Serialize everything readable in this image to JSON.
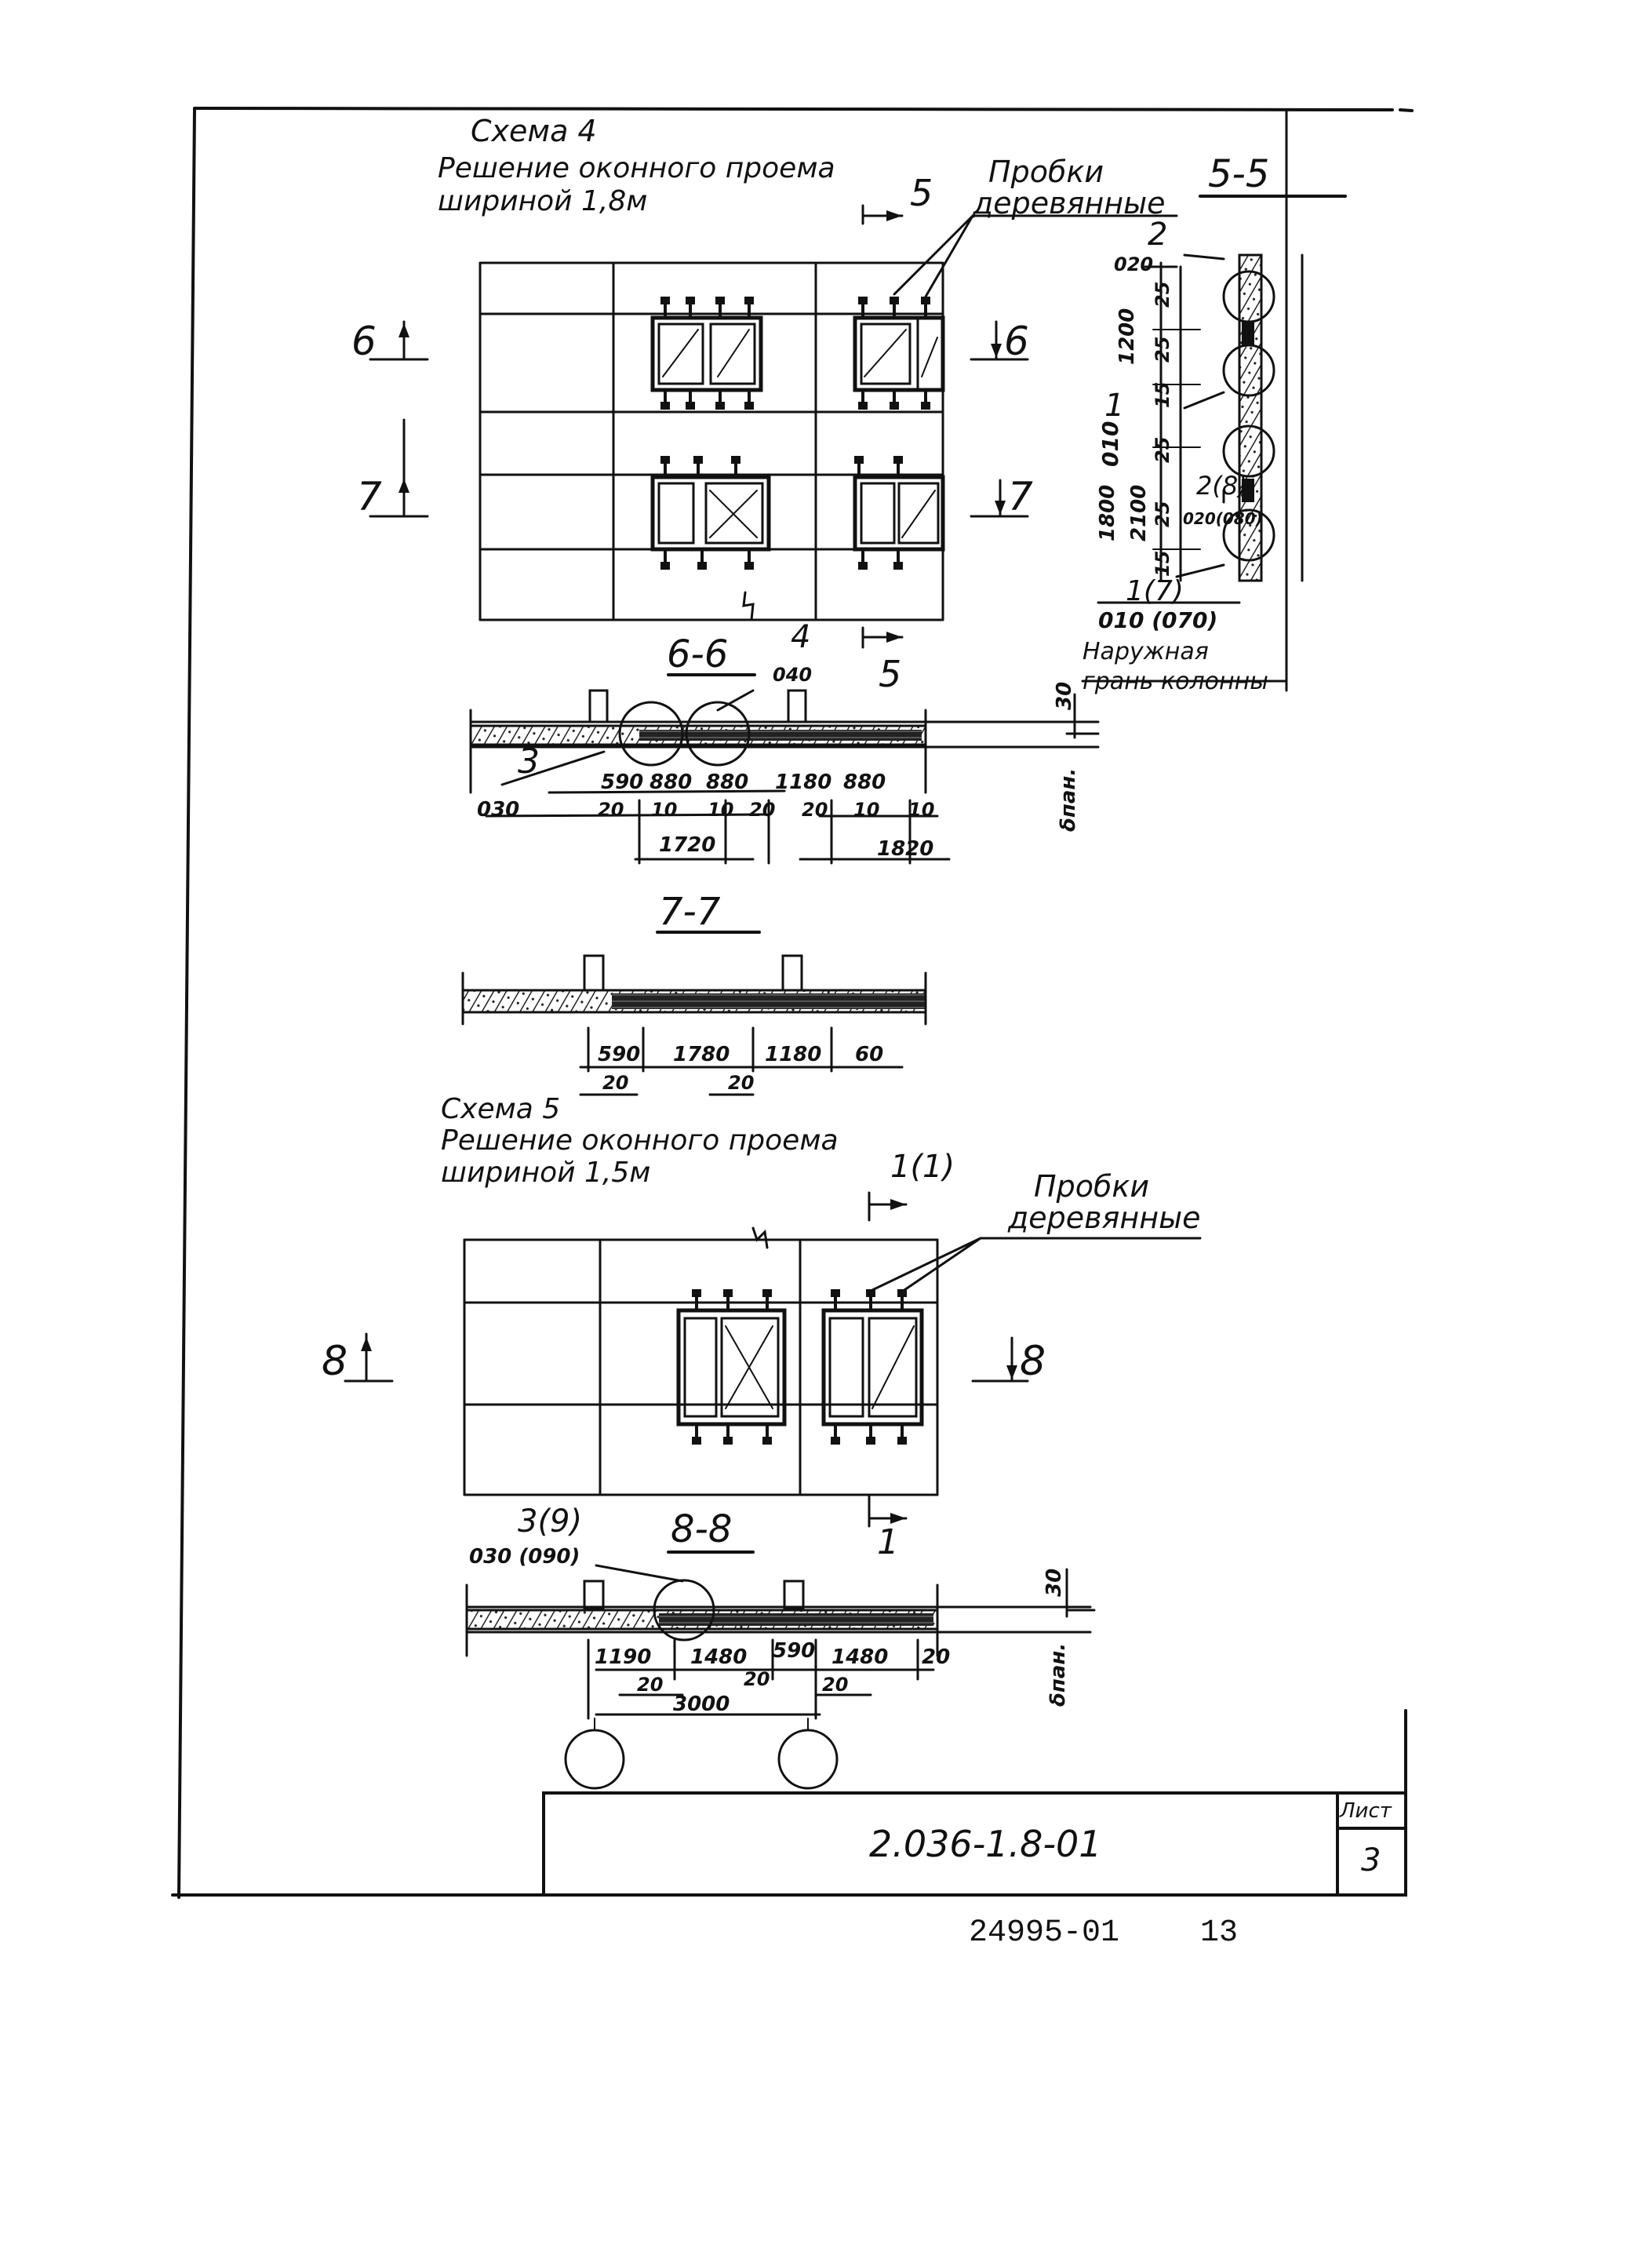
{
  "scheme4": {
    "title": "Схема 4",
    "subtitle1": "Решение оконного проема",
    "subtitle2": "шириной 1,8м",
    "plugs_label1": "Пробки",
    "plugs_label2": "деревянные",
    "cut_5": "5",
    "cut_6": "6",
    "cut_7": "7",
    "section_55": "5-5",
    "section_66": "6-6",
    "section_77": "7-7"
  },
  "section55": {
    "top_mark": "2",
    "top_code": "020",
    "dim_1200": "1200",
    "dim_25a": "25",
    "dim_25b": "25",
    "dim_15a": "15",
    "dim_25c": "25",
    "dim_15b": "15",
    "mark_1": "1",
    "code_010": "010",
    "dim_1800": "1800",
    "dim_2100": "2100",
    "mark_2_8": "2(8)",
    "code_020_080": "020(080)",
    "dim_25d": "25",
    "mark_1_7": "1(7)",
    "code_010_070": "010 (070)",
    "outer_face1": "Наружная",
    "outer_face2": "грань колонны"
  },
  "section66": {
    "mark_4": "4",
    "code_040": "040",
    "mark_3": "3",
    "code_030": "030",
    "dim_30": "30",
    "dims_top": [
      "590",
      "880",
      "880",
      "1180",
      "880"
    ],
    "dims_mid": [
      "20",
      "10",
      "10",
      "20",
      "20",
      "10",
      "10"
    ],
    "dim_total1": "1720",
    "dim_total2": "1820",
    "dim_bst": "δпан."
  },
  "section77": {
    "dims": [
      "590",
      "1780",
      "1180",
      "60"
    ],
    "dims_small": [
      "20",
      "20"
    ]
  },
  "scheme5": {
    "title": "Схема 5",
    "subtitle1": "Решение оконного проема",
    "subtitle2": "шириной 1,5м",
    "cut_1_1": "1(1)",
    "cut_1": "1",
    "plugs_label1": "Пробки",
    "plugs_label2": "деревянные",
    "cut_8": "8",
    "section_88": "8-8"
  },
  "section88": {
    "mark_3_9": "3(9)",
    "code_030_090": "030 (090)",
    "dim_30": "30",
    "dims": [
      "1190",
      "1480",
      "590",
      "1480",
      "20"
    ],
    "dims_small": [
      "20",
      "20",
      "20"
    ],
    "dim_total": "3000",
    "dim_bst": "δпан."
  },
  "title_block": {
    "sheet_label": "Лист",
    "doc_code": "2.036-1.8-01",
    "sheet_no": "3"
  },
  "footer": {
    "number": "24995-01",
    "page": "13"
  }
}
